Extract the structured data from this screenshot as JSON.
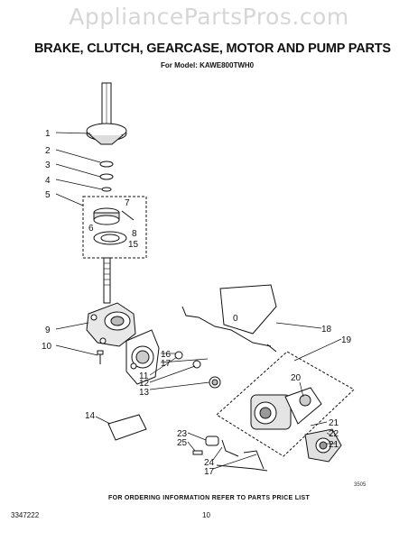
{
  "watermark": "AppliancePartsPros.com",
  "title": "BRAKE, CLUTCH, GEARCASE, MOTOR AND PUMP PARTS",
  "model_line": "For Model: KAWE800TWH0",
  "order_info": "FOR ORDERING INFORMATION REFER TO PARTS PRICE LIST",
  "part_number": "3347222",
  "page_number": "10",
  "diagram_code": "3505",
  "callouts": [
    "1",
    "2",
    "3",
    "4",
    "5",
    "7",
    "6",
    "8",
    "15",
    "9",
    "10",
    "0",
    "18",
    "19",
    "16",
    "17",
    "11",
    "12",
    "13",
    "20",
    "21",
    "22",
    "21",
    "14",
    "23",
    "25",
    "24",
    "17"
  ]
}
